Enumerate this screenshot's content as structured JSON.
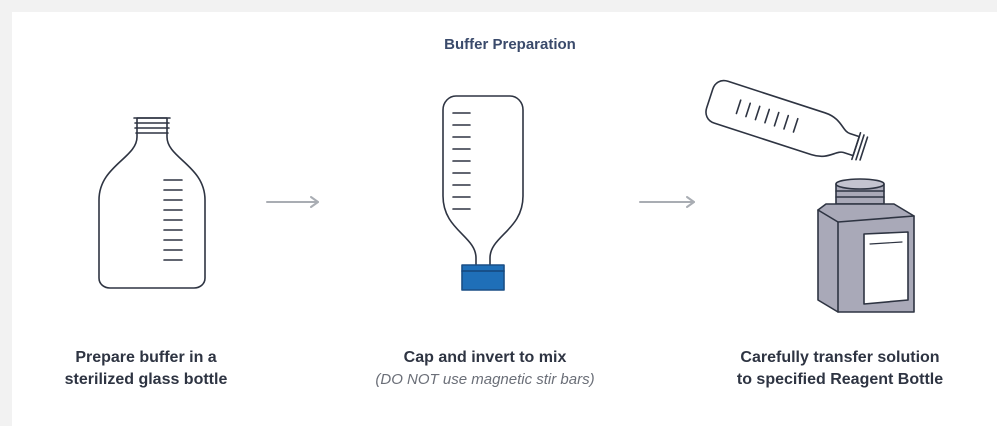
{
  "title": "Buffer Preparation",
  "steps": [
    {
      "label_line1": "Prepare buffer in a",
      "label_line2": "sterilized glass bottle",
      "icon": "glass-bottle-icon"
    },
    {
      "label_line1": "Cap and invert to mix",
      "note": "(DO NOT use magnetic stir bars)",
      "icon": "inverted-capped-bottle-icon"
    },
    {
      "label_line1": "Carefully transfer solution",
      "label_line2": "to specified Reagent Bottle",
      "icon": "pouring-bottle-icon"
    }
  ],
  "colors": {
    "outline": "#2e3442",
    "arrow": "#a9adb3",
    "cap_blue": "#1f6fb8",
    "reagent_body": "#a9a9b8",
    "title": "#3a4a6b"
  }
}
